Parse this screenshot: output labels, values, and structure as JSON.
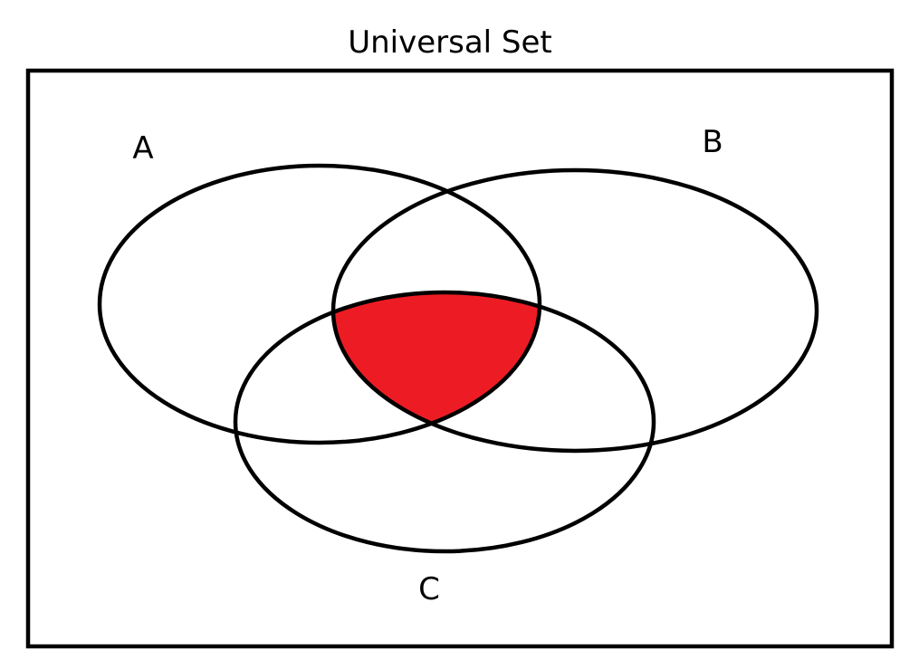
{
  "title": "Universal Set",
  "sets": [
    {
      "id": "A",
      "label": "A"
    },
    {
      "id": "B",
      "label": "B"
    },
    {
      "id": "C",
      "label": "C"
    }
  ],
  "highlight": {
    "region": "A ∩ B ∩ C",
    "color": "#ed1c24"
  },
  "colors": {
    "outline": "#000000",
    "background": "#ffffff"
  }
}
